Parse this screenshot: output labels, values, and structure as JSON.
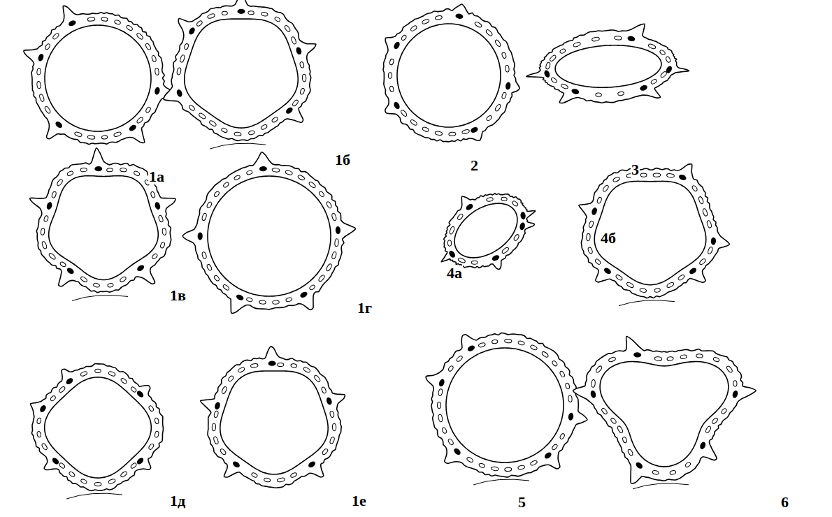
{
  "diagram": {
    "labels": [
      "1а",
      "1б",
      "2",
      "3",
      "1в",
      "1г",
      "4а",
      "4б",
      "1д",
      "1е",
      "5",
      "6"
    ]
  }
}
